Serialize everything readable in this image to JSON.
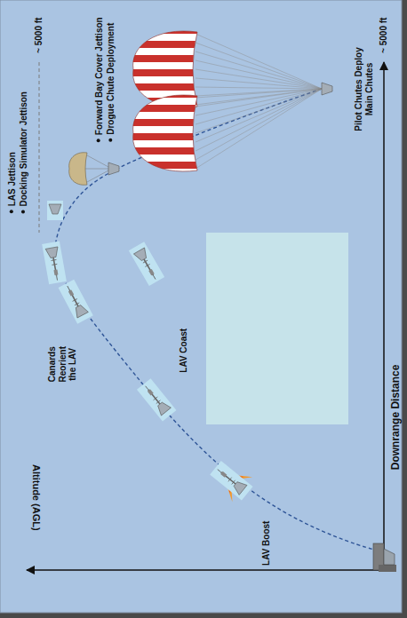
{
  "diagram": {
    "labels": [
      "LAS Jettison",
      "Docking Simulator Jettison",
      "Forward Bay Cover Jettison",
      "Drogue Chute Deployment",
      "Canards Reorient the LAV",
      "LAV Coast",
      "LAV Boost",
      "Pilot Chutes Deploy Main Chutes",
      "~ 5000 ft",
      "~ 5000 ft",
      "Altitude (AGL)",
      "Downrange Distance"
    ]
  }
}
